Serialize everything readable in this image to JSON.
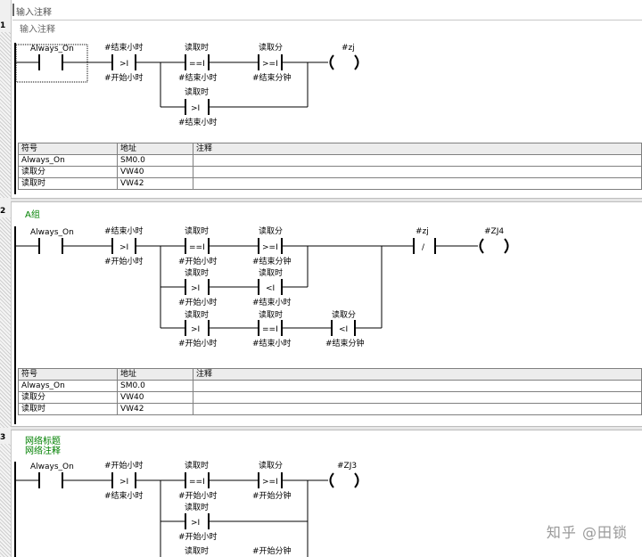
{
  "program": {
    "comment_label": "输入注释"
  },
  "networks": [
    {
      "number": "1",
      "title": "输入注释",
      "title_color": "#666666",
      "labels": {
        "always_on": "Always_On",
        "c1_top": "#结束小时",
        "c1_op": ">I",
        "c1_bot": "#开始小时",
        "c2_top": "读取时",
        "c2_op": "==I",
        "c2_bot": "#结束小时",
        "c3_top": "读取分",
        "c3_op": ">=I",
        "c3_bot": "#结束分钟",
        "c4_top": "读取时",
        "c4_op": ">I",
        "c4_bot": "#结束小时",
        "coil_name": "#zj"
      },
      "symbols": {
        "headers": [
          "符号",
          "地址",
          "注释"
        ],
        "rows": [
          [
            "Always_On",
            "SM0.0",
            ""
          ],
          [
            "读取分",
            "VW40",
            ""
          ],
          [
            "读取时",
            "VW42",
            ""
          ]
        ]
      }
    },
    {
      "number": "2",
      "title": "A组",
      "title_color": "#008000",
      "labels": {
        "always_on": "Always_On",
        "c1_top": "#结束小时",
        "c1_op": ">I",
        "c1_bot": "#开始小时",
        "c2_top": "读取时",
        "c2_op": "==I",
        "c2_bot": "#开始小时",
        "c3_top": "读取分",
        "c3_op": ">=I",
        "c3_bot": "#结束分钟",
        "c4_top": "读取时",
        "c4_op": ">I",
        "c4_bot": "#开始小时",
        "c5_top": "读取时",
        "c5_op": "<I",
        "c5_bot": "#结束小时",
        "c6_top": "读取时",
        "c6_op": ">I",
        "c6_bot": "#开始小时",
        "c7_top": "读取时",
        "c7_op": "==I",
        "c7_bot": "#结束小时",
        "c8_top": "读取分",
        "c8_op": "<I",
        "c8_bot": "#结束分钟",
        "nc_name": "#zj",
        "nc_op": "/",
        "coil_name": "#ZJ4"
      },
      "symbols": {
        "headers": [
          "符号",
          "地址",
          "注释"
        ],
        "rows": [
          [
            "Always_On",
            "SM0.0",
            ""
          ],
          [
            "读取分",
            "VW40",
            ""
          ],
          [
            "读取时",
            "VW42",
            ""
          ]
        ]
      }
    },
    {
      "number": "3",
      "title": "网络标题",
      "subtitle": "网络注释",
      "title_color": "#008000",
      "labels": {
        "always_on": "Always_On",
        "c1_top": "#开始小时",
        "c1_op": ">I",
        "c1_bot": "#结束小时",
        "c2_top": "读取时",
        "c2_op": "==I",
        "c2_bot": "#开始小时",
        "c3_top": "读取分",
        "c3_op": ">=I",
        "c3_bot": "#开始分钟",
        "c4_top": "读取时",
        "c4_op": ">I",
        "c4_bot": "#开始小时",
        "c5_top": "读取时",
        "c6_bot_hint": "#开始分钟",
        "coil_name": "#ZJ3"
      }
    }
  ],
  "watermark": "知乎 @田锁"
}
